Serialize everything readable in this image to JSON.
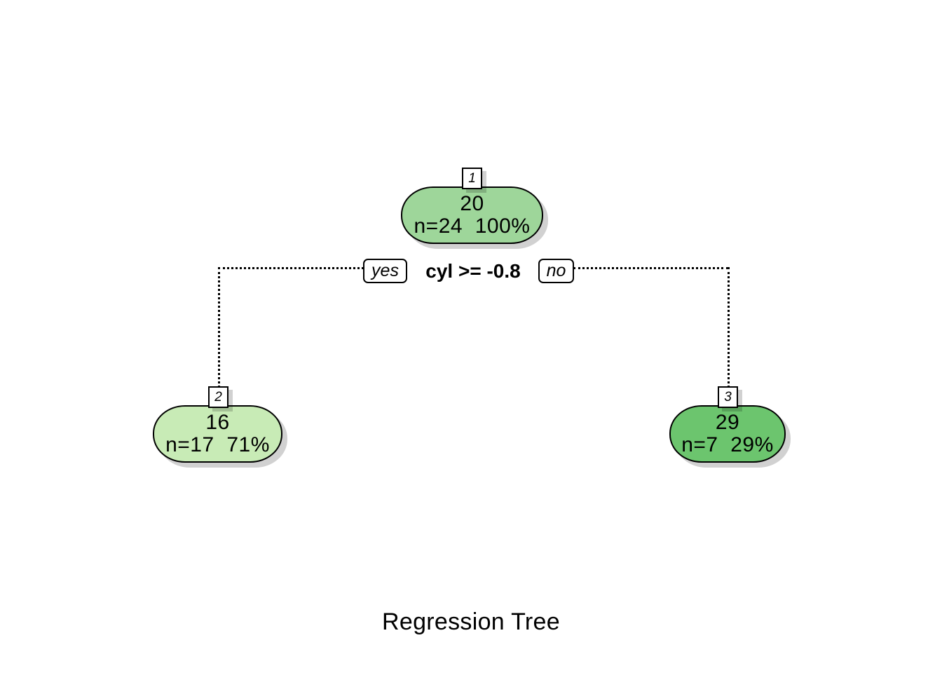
{
  "title": "Regression Tree",
  "colors": {
    "background": "#ffffff",
    "stroke": "#000000",
    "node1_fill": "#9ED69A",
    "node2_fill": "#C8EBB6",
    "node3_fill": "#6CC56E"
  },
  "split": {
    "yes_label": "yes",
    "condition": "cyl >= -0.8",
    "no_label": "no"
  },
  "chart_data": {
    "type": "diagram",
    "diagram_type": "regression-tree",
    "title": "Regression Tree",
    "root_split": "cyl >= -0.8",
    "yes_branch_node": 2,
    "no_branch_node": 3,
    "nodes": [
      {
        "id": "1",
        "value": "20",
        "stats": "n=24  100%",
        "n": 24,
        "percent": 100,
        "fill": "#9ED69A",
        "role": "root"
      },
      {
        "id": "2",
        "value": "16",
        "stats": "n=17  71%",
        "n": 17,
        "percent": 71,
        "fill": "#C8EBB6",
        "role": "leaf-yes"
      },
      {
        "id": "3",
        "value": "29",
        "stats": "n=7  29%",
        "n": 7,
        "percent": 29,
        "fill": "#6CC56E",
        "role": "leaf-no"
      }
    ]
  }
}
